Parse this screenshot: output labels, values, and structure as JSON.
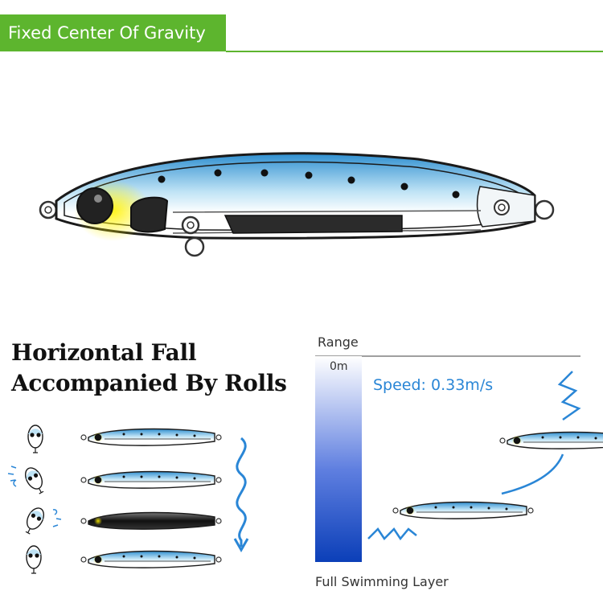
{
  "header": {
    "title": "Fixed Center Of Gravity"
  },
  "fall_section": {
    "headline_line1": "Horizontal Fall",
    "headline_line2": "Accompanied By Rolls"
  },
  "range_chart": {
    "range_label": "Range",
    "start_depth": "0m",
    "speed_label": "Speed: 0.33m/s",
    "bottom_label": "Full Swimming Layer"
  },
  "colors": {
    "accent_green": "#5db52e",
    "speed_blue": "#2a86d6",
    "gradient_top": "#ffffff",
    "gradient_bottom": "#0b3fb8"
  },
  "icons": [
    "lure-diagram",
    "fall-arrow-icon",
    "squiggle-icon",
    "roll-head-icon"
  ]
}
